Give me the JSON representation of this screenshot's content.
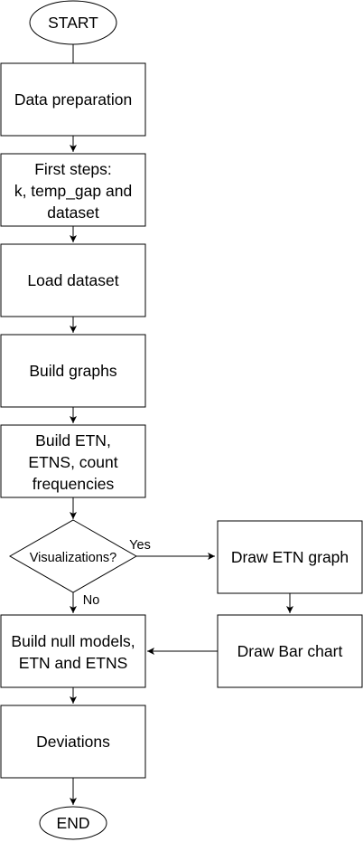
{
  "nodes": {
    "start": "START",
    "data_prep": "Data preparation",
    "first_steps": [
      "First steps:",
      "k, temp_gap and",
      "dataset"
    ],
    "load_dataset": "Load dataset",
    "build_graphs": "Build graphs",
    "build_etn": [
      "Build ETN,",
      "ETNS, count",
      "frequencies"
    ],
    "decision": "Visualizations?",
    "draw_etn_graph": "Draw ETN graph",
    "draw_bar_chart": "Draw Bar chart",
    "build_null": [
      "Build null models,",
      "ETN and ETNS"
    ],
    "deviations": "Deviations",
    "end": "END"
  },
  "edge_labels": {
    "yes": "Yes",
    "no": "No"
  }
}
